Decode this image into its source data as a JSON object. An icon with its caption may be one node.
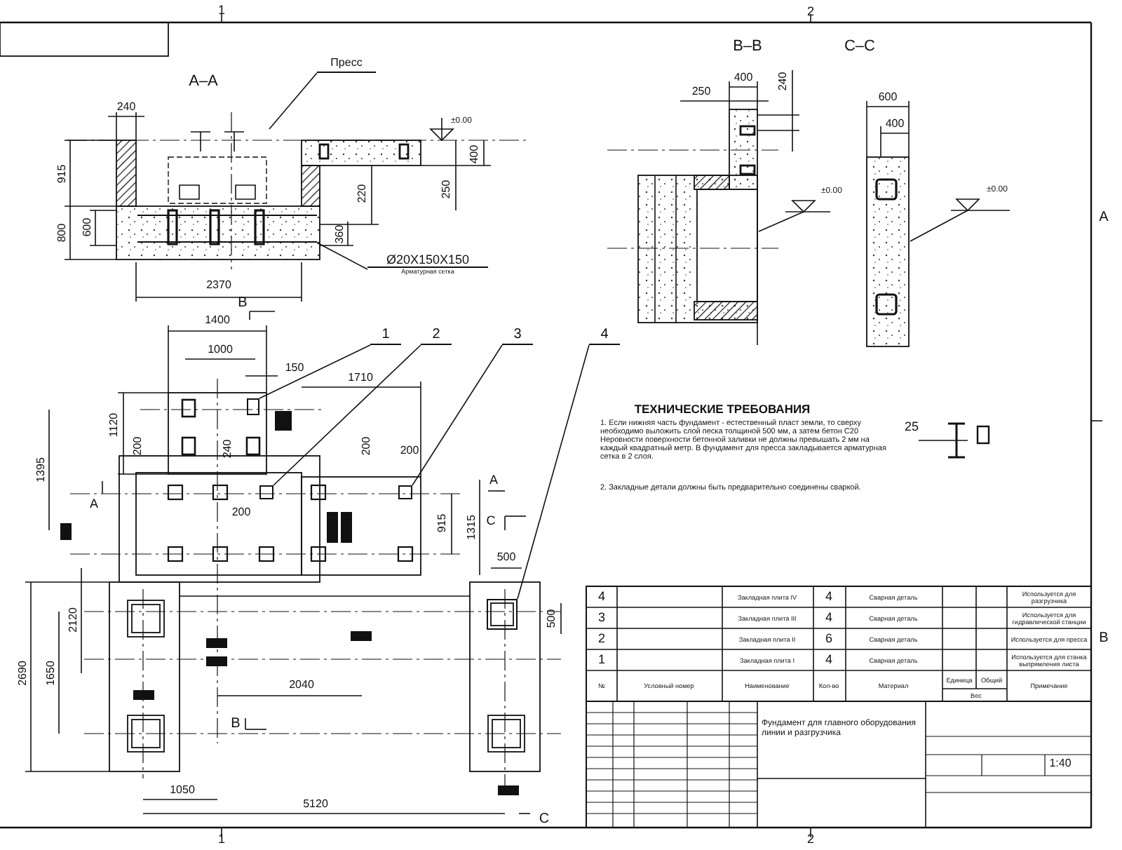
{
  "diagram": {
    "nodes": [
      {
        "text": [
          "Пресс"
        ]
      },
      {
        "text": [],
        "shape": "box"
      },
      {
        "text": [
          "Ø20X150X150",
          "Арматурная сетка"
        ]
      },
      {
        "text": [],
        "shape": "box"
      },
      {
        "text": [
          "1"
        ]
      },
      {
        "text": [
          "2"
        ]
      },
      {
        "text": [
          "3"
        ]
      },
      {
        "text": [
          "4"
        ]
      },
      {
        "text": [],
        "shape": "box"
      },
      {
        "text": [],
        "shape": "box"
      },
      {
        "text": [],
        "shape": "box"
      },
      {
        "text": [],
        "shape": "box"
      }
    ],
    "edges": [
      {
        "from": 0,
        "to": 1,
        "arrow": "none"
      },
      {
        "from": 2,
        "to": 3,
        "arrow": "none"
      },
      {
        "from": 4,
        "to": 8,
        "arrow": "none"
      },
      {
        "from": 5,
        "to": 9,
        "arrow": "none"
      },
      {
        "from": 6,
        "to": 10,
        "arrow": "none"
      },
      {
        "from": 7,
        "to": 11,
        "arrow": "none"
      }
    ],
    "labels": [
      "1",
      "2",
      "A–A",
      "B–B",
      "C–C",
      "240",
      "±0.00",
      "400",
      "240",
      "600",
      "250",
      "400",
      "400",
      "915",
      "220",
      "250",
      "±0.00",
      "±0.00",
      "A",
      "800",
      "600",
      "360",
      "2370",
      "B",
      "1400",
      "1000",
      "150",
      "1710",
      "1120",
      "ТЕХНИЧЕСКИЕ ТРЕБОВАНИЯ",
      "1. Если нижняя часть фундамент - естественный пласт земли, то сверху необходимо выложить слой песка толщиной 500 мм, а затем бетон С20 Неровности поверхности бетонной заливки не должны превышать 2 мм на каждый квадратный метр. В фундамент для пресса закладывается арматурная сетка в 2 слоя.",
      "2. Закладные детали должны быть предварительно соединены сваркой.",
      "25",
      "200",
      "240",
      "200",
      "200",
      "1395",
      "A",
      "A",
      "200",
      "C",
      "915",
      "1315",
      "500",
      "500",
      "2120",
      "2690",
      "1650",
      "2040",
      "B",
      "1050",
      "5120",
      "C",
      "B",
      "4",
      "Закладная плита IV",
      "4",
      "Сварная деталь",
      "Используется для разгрузчика",
      "3",
      "Закладная плита III",
      "4",
      "Сварная деталь",
      "Используется для гидравлической станции",
      "2",
      "Закладная плита II",
      "6",
      "Сварная деталь",
      "Используется для пресса",
      "1",
      "Закладная плита I",
      "4",
      "Сварная деталь",
      "Используется для станка выпрямления листа",
      "№",
      "Условный номер",
      "Наименование",
      "Кол-во",
      "Материал",
      "Единица",
      "Общий",
      "Примечание",
      "Вес",
      "Фундамент для главного оборудования линии и разгрузчика",
      "1:40",
      "1",
      "2"
    ]
  }
}
